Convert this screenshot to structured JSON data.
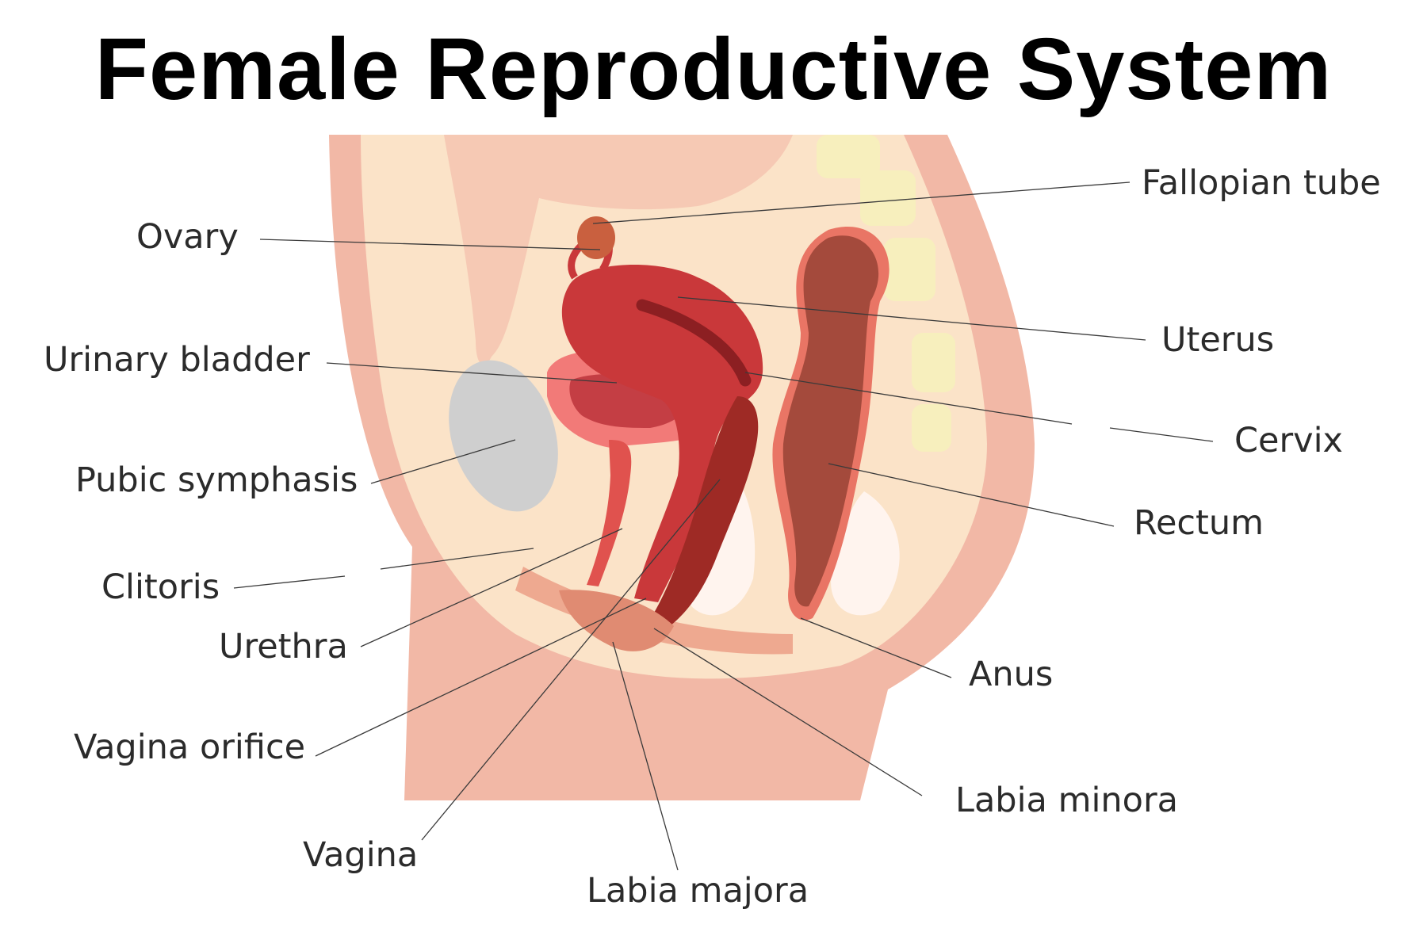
{
  "title": "Female Reproductive System",
  "labels": {
    "fallopian_tube": "Fallopian tube",
    "ovary": "Ovary",
    "uterus": "Uterus",
    "urinary_bladder": "Urinary bladder",
    "cervix": "Cervix",
    "pubic_symphasis": "Pubic symphasis",
    "rectum": "Rectum",
    "clitoris": "Clitoris",
    "urethra": "Urethra",
    "anus": "Anus",
    "vagina_orifice": "Vagina orifice",
    "labia_minora": "Labia minora",
    "vagina": "Vagina",
    "labia_majora": "Labia majora"
  },
  "colors": {
    "skin": "#f2b8a6",
    "interior": "#fbe3c8",
    "uterus": "#c9383a",
    "rectum": "#a44a3c",
    "bladder": "#f27a78",
    "bone": "#cfcfcf"
  }
}
